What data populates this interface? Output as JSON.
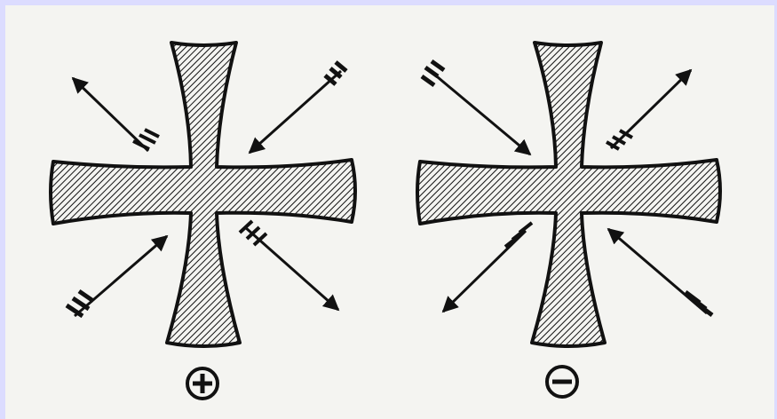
{
  "figure": {
    "background_color": "#f4f4f1",
    "frame_color": "#dcdcff",
    "ink_color": "#111111"
  },
  "panels": [
    {
      "id": "positive",
      "symbol": "+",
      "symbol_icon": "plus-circle-icon",
      "arrows": [
        {
          "from_quadrant": "cross-center",
          "to_quadrant": "top-left",
          "direction": "outward"
        },
        {
          "from_quadrant": "top-right",
          "to_quadrant": "cross-center",
          "direction": "inward"
        },
        {
          "from_quadrant": "bottom-left",
          "to_quadrant": "cross-center",
          "direction": "inward"
        },
        {
          "from_quadrant": "cross-center",
          "to_quadrant": "bottom-right",
          "direction": "outward"
        }
      ]
    },
    {
      "id": "negative",
      "symbol": "−",
      "symbol_icon": "minus-circle-icon",
      "arrows": [
        {
          "from_quadrant": "top-left",
          "to_quadrant": "cross-center",
          "direction": "inward"
        },
        {
          "from_quadrant": "cross-center",
          "to_quadrant": "top-right",
          "direction": "outward"
        },
        {
          "from_quadrant": "cross-center",
          "to_quadrant": "bottom-left",
          "direction": "outward"
        },
        {
          "from_quadrant": "bottom-right",
          "to_quadrant": "cross-center",
          "direction": "inward"
        }
      ]
    }
  ]
}
